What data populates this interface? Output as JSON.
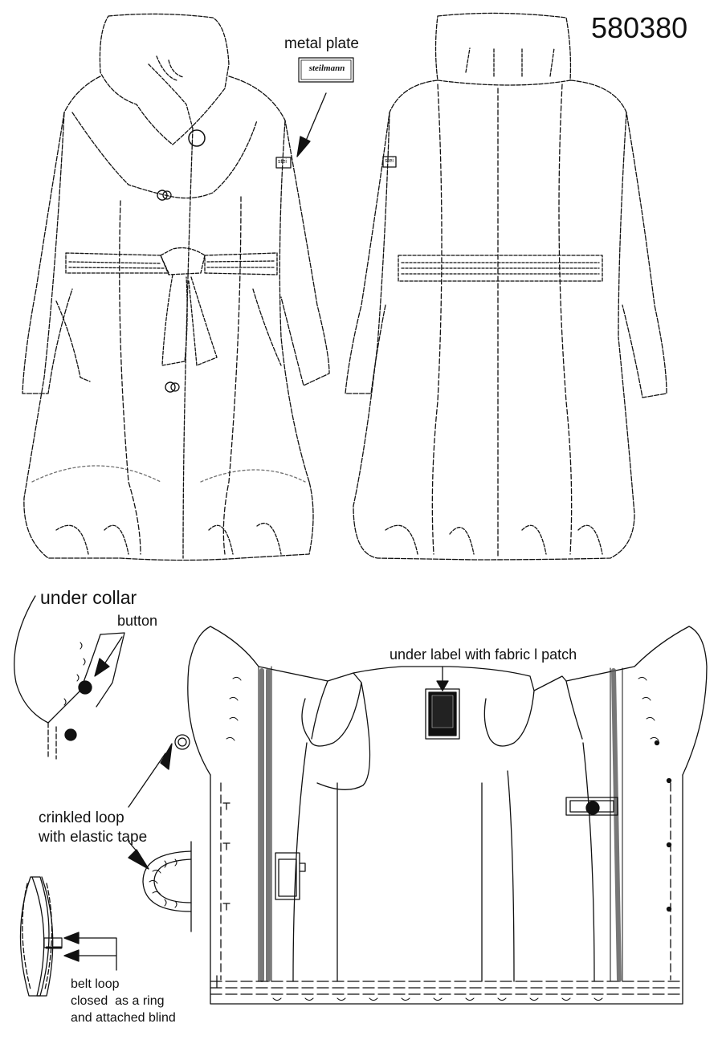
{
  "style_number": "580380",
  "brand": "steilmann",
  "annotations": {
    "metal_plate": "metal plate",
    "under_collar": "under collar",
    "button": "button",
    "under_label": "under label with fabric l patch",
    "crinkled_loop": [
      "crinkled loop",
      "with elastic tape"
    ],
    "belt_loop": [
      "belt loop",
      "closed  as a ring",
      "and attached blind"
    ]
  },
  "sleeve_plate_text": "stei"
}
